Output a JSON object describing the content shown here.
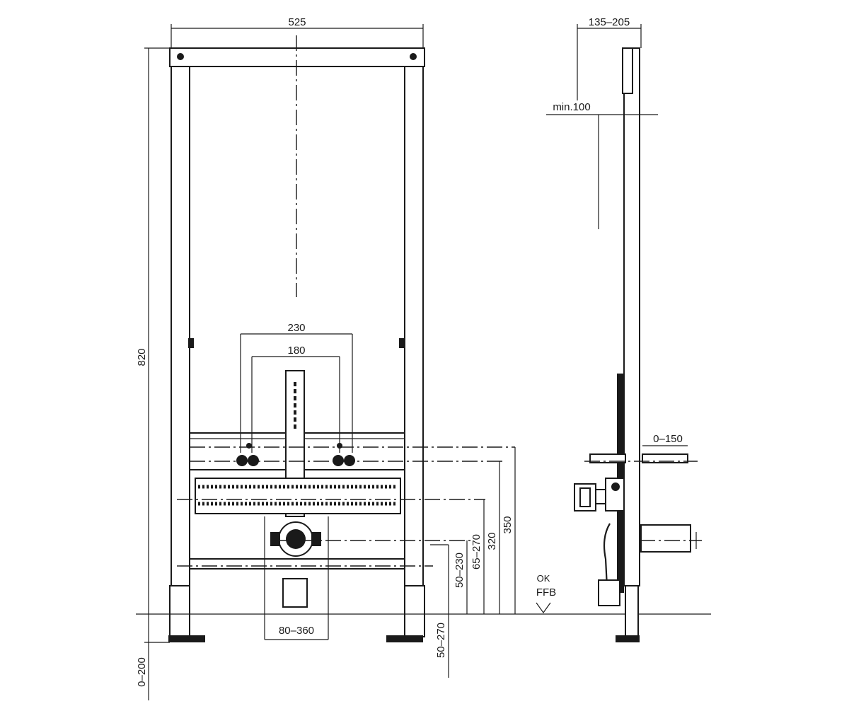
{
  "dimensions": {
    "width_525": "525",
    "depth_135_205": "135–205",
    "min_100": "min.100",
    "height_820": "820",
    "spacing_230": "230",
    "spacing_180": "180",
    "range_0_150": "0–150",
    "height_350": "350",
    "height_320": "320",
    "range_65_270": "65–270",
    "range_50_230": "50–230",
    "range_50_270": "50–270",
    "range_80_360": "80–360",
    "range_0_200": "0–200"
  },
  "floor_label": {
    "ok": "OK",
    "ffb": "FFB"
  }
}
